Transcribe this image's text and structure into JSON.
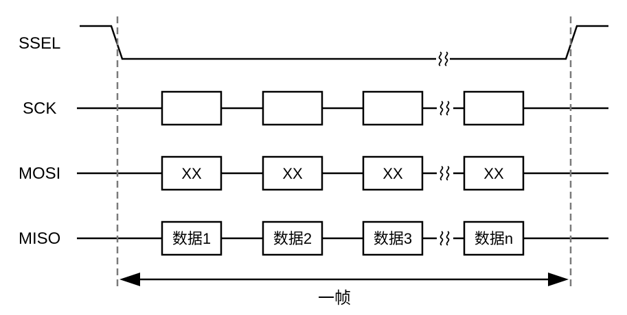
{
  "signals": {
    "ssel": "SSEL",
    "sck": "SCK",
    "mosi": "MOSI",
    "miso": "MISO"
  },
  "mosi_boxes": [
    "XX",
    "XX",
    "XX",
    "XX"
  ],
  "miso_boxes": [
    "数据1",
    "数据2",
    "数据3",
    "数据n"
  ],
  "frame_label": "一帧",
  "colors": {
    "line": "#000000",
    "dashed_marker": "#7a7a7a",
    "background": "#ffffff"
  }
}
